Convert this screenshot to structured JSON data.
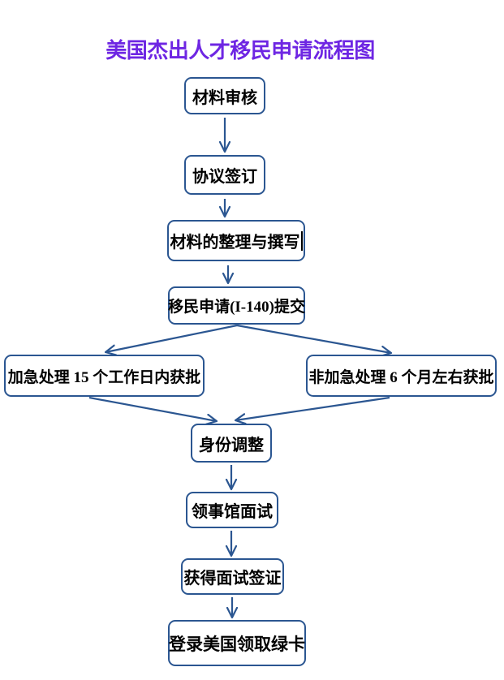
{
  "title": {
    "text": "美国杰出人才移民申请流程图",
    "color": "#6E26E3"
  },
  "flowchart": {
    "nodes": [
      {
        "id": "material-review",
        "label": "材料审核"
      },
      {
        "id": "agreement-signing",
        "label": "协议签订"
      },
      {
        "id": "material-preparation",
        "label": "材料的整理与撰写"
      },
      {
        "id": "i140-submission",
        "label": "移民申请(I-140)提交"
      },
      {
        "id": "expedited-processing",
        "label": "加急处理 15 个工作日内获批"
      },
      {
        "id": "regular-processing",
        "label": "非加急处理 6 个月左右获批"
      },
      {
        "id": "status-adjustment",
        "label": "身份调整"
      },
      {
        "id": "consulate-interview",
        "label": "领事馆面试"
      },
      {
        "id": "interview-visa",
        "label": "获得面试签证"
      },
      {
        "id": "green-card",
        "label": "登录美国领取绿卡"
      }
    ],
    "edges": [
      {
        "from": "material-review",
        "to": "agreement-signing"
      },
      {
        "from": "agreement-signing",
        "to": "material-preparation"
      },
      {
        "from": "material-preparation",
        "to": "i140-submission"
      },
      {
        "from": "i140-submission",
        "to": "expedited-processing"
      },
      {
        "from": "i140-submission",
        "to": "regular-processing"
      },
      {
        "from": "expedited-processing",
        "to": "status-adjustment"
      },
      {
        "from": "regular-processing",
        "to": "status-adjustment"
      },
      {
        "from": "status-adjustment",
        "to": "consulate-interview"
      },
      {
        "from": "consulate-interview",
        "to": "interview-visa"
      },
      {
        "from": "interview-visa",
        "to": "green-card"
      }
    ],
    "colors": {
      "box_border": "#2B5691",
      "box_fill": "#FFFFFF",
      "box_text": "#000000",
      "connector": "#2B5691",
      "title": "#6E26E3"
    }
  }
}
